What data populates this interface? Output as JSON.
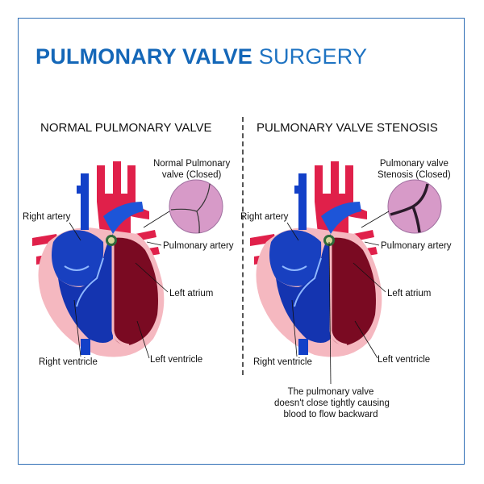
{
  "title": {
    "bold": "PULMONARY VALVE",
    "light": " SURGERY"
  },
  "left_panel": {
    "heading": "NORMAL PULMONARY VALVE",
    "valve_label_line1": "Normal Pulmonary",
    "valve_label_line2": "valve (Closed)",
    "right_artery": "Right artery",
    "pulmonary_artery": "Pulmonary artery",
    "left_atrium": "Left atrium",
    "right_ventricle": "Right ventricle",
    "left_ventricle": "Left ventricle"
  },
  "right_panel": {
    "heading": "PULMONARY VALVE STENOSIS",
    "valve_label_line1": "Pulmonary valve",
    "valve_label_line2": "Stenosis (Closed)",
    "right_artery": "Right artery",
    "pulmonary_artery": "Pulmonary artery",
    "left_atrium": "Left atrium",
    "right_ventricle": "Right ventricle",
    "left_ventricle": "Left ventricle",
    "note_line1": "The pulmonary valve",
    "note_line2": "doesn't close tightly causing",
    "note_line3": "blood to flow backward"
  },
  "colors": {
    "brand_blue": "#1467b8",
    "vein_blue": "#1240c8",
    "artery_red": "#e0204a",
    "muscle_dark": "#7a0a22",
    "pericardium_pink": "#f5b8c0",
    "valve_lilac": "#d79ac8"
  }
}
